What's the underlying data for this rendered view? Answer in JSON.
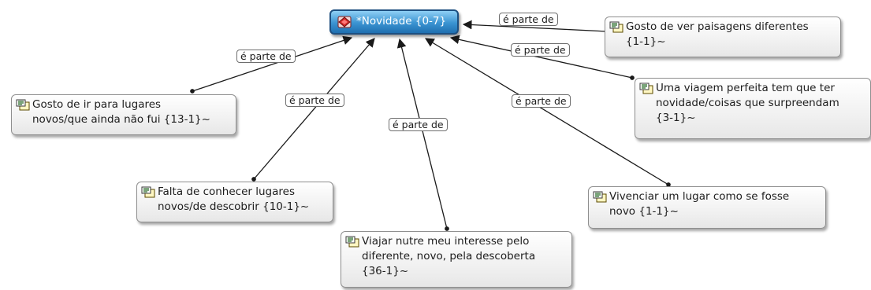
{
  "root": {
    "label": "*Novidade {0-7}",
    "icon": "code-family-icon"
  },
  "edge_label": "é parte de",
  "nodes": [
    {
      "id": "gosto-ver-paisagens",
      "label": "Gosto de ver paisagens diferentes\n{1-1}~",
      "icon": "quotation-icon"
    },
    {
      "id": "viagem-perfeita",
      "label": "Uma viagem perfeita tem que ter\nnovidade/coisas que surpreendam\n{3-1}~",
      "icon": "quotation-icon"
    },
    {
      "id": "gosto-ir-lugares",
      "label": "Gosto de ir para lugares\nnovos/que ainda não fui {13-1}~",
      "icon": "quotation-icon"
    },
    {
      "id": "falta-conhecer",
      "label": "Falta de conhecer lugares\nnovos/de descobrir {10-1}~",
      "icon": "quotation-icon"
    },
    {
      "id": "viajar-nutre",
      "label": "Viajar nutre meu interesse pelo\ndiferente, novo, pela descoberta\n{36-1}~",
      "icon": "quotation-icon"
    },
    {
      "id": "vivenciar-lugar",
      "label": "Vivenciar um lugar como se fosse\nnovo {1-1}~",
      "icon": "quotation-icon"
    }
  ],
  "colors": {
    "root_fill": "#3a93d1",
    "root_border": "#1d4f80",
    "node_border": "#8f8f8f",
    "edge": "#1a1a1a"
  }
}
